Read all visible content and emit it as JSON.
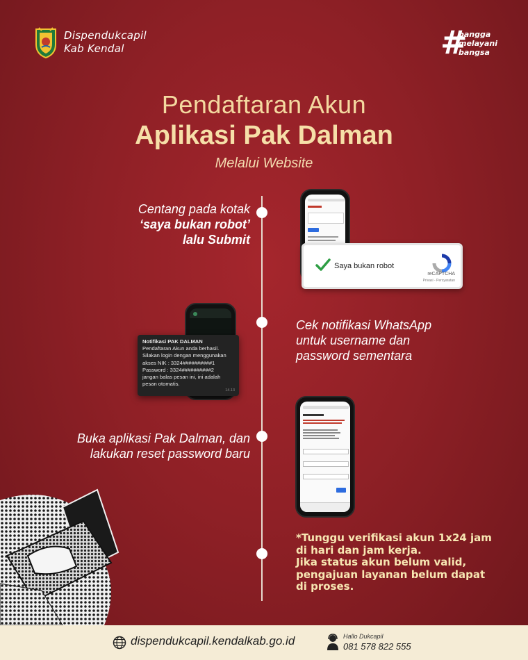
{
  "header": {
    "brand_line1": "Dispendukcapil",
    "brand_line2": "Kab Kendal",
    "tagline_words": [
      "bangga",
      "melayani",
      "bangsa"
    ],
    "tagline_hash": "#"
  },
  "title": {
    "line1": "Pendaftaran Akun",
    "line2": "Aplikasi Pak Dalman",
    "line3": "Melalui Website"
  },
  "steps": [
    {
      "line1": "Centang pada kotak",
      "line2": "‘saya bukan robot’",
      "line3": "lalu Submit"
    },
    {
      "line1": "Cek notifikasi WhatsApp",
      "line2": "untuk username dan",
      "line3": "password sementara"
    },
    {
      "line1": "Buka aplikasi Pak Dalman, dan",
      "line2": "lakukan reset password baru"
    }
  ],
  "note": {
    "line1": "*Tunggu verifikasi akun 1x24 jam",
    "line2": "di hari dan jam kerja.",
    "line3": "Jika status akun belum valid,",
    "line4": "pengajuan layanan  belum dapat",
    "line5": "di proses."
  },
  "captcha": {
    "label": "Saya bukan robot",
    "brand": "reCAPTCHA",
    "privacy": "Privasi - Persyaratan"
  },
  "whatsapp": {
    "title": "Notifikasi PAK DALMAN",
    "l1": "Pendaftaran Akun anda berhasil.",
    "l2": "Silakan login dengan menggunakan",
    "l3": "akses NIK : 3324##########1",
    "l4": "Password : 3324##########2",
    "l5": "jangan balas pesan ini, ini adalah",
    "l6": "pesan otomatis.",
    "time": "14.13"
  },
  "footer": {
    "website": "dispendukcapil.kendalkab.go.id",
    "hotline_label": "Hallo Dukcapil",
    "hotline_number": "081 578 822 555"
  },
  "colors": {
    "background": "#8f2026",
    "title": "#f6dfa8",
    "note": "#f7e6b2",
    "footer": "#f5ecd6"
  },
  "icons": [
    "kendal-logo",
    "globe-icon",
    "headset-icon",
    "check-icon",
    "recaptcha-icon"
  ]
}
